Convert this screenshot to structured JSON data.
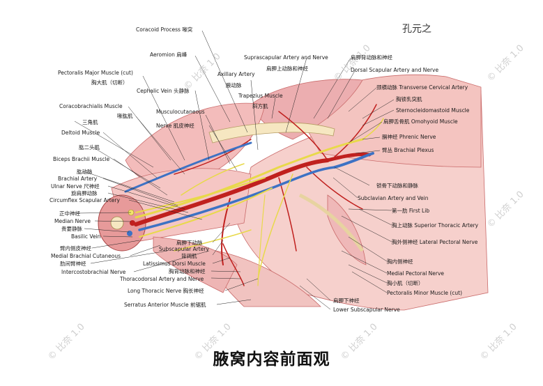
{
  "title": "腋窝内容前面观",
  "signature": "孔元之",
  "watermark": "© 比奈 1.0",
  "labels": {
    "coracoid": "Coracoid Process 喙突",
    "acromion": "Aeromion 肩峰",
    "pect_major": "Pectoralis Major Muscle (cut)",
    "pect_major_cn": "胸大肌（切断）",
    "cephalic": "Cephalic Vein 头静脉",
    "axillary_artery": "Axillary Artery",
    "axillary_artery_cn": "腋动脉",
    "suprascap": "Suprascapular Artery and Nerve",
    "suprascap_cn": "肩胛上动脉和神经",
    "dorsal_scap_cn": "肩胛背动脉和神经",
    "dorsal_scap": "Dorsal Scapular Artery and Nerve",
    "trapezius": "Trapezius Muscle",
    "trapezius_cn": "斜方肌",
    "transverse_cervical": "颈横动脉 Transverse Cervical Artery",
    "scm_cn": "胸锁乳突肌",
    "scm": "Sternocleidomastoid Muscle",
    "omohyoid": "肩胛舌骨肌 Omohyoid Muscle",
    "phrenic": "膈神经 Phrenic Nerve",
    "brachial_plexus": "臂丛 Brachial Plexus",
    "coracobrachialis": "Coracobrachialis Muscle",
    "coracobrachialis_cn": "喙肱肌",
    "musculocutaneous": "Musculocutaneous",
    "musculocutaneous_cn": "Nerve 肌皮神经",
    "deltoid_cn": "三角肌",
    "deltoid": "Deltoid Muscle",
    "biceps_cn": "肱二头肌",
    "biceps": "Biceps Brachii Muscle",
    "brachial_artery_cn": "肱动脉",
    "brachial_artery": "Brachial Artery",
    "ulnar_nerve": "Ulnar Nerve 尺神经",
    "circumflex_cn": "旋肩胛动脉",
    "circumflex": "Circumflex Scapular Artery",
    "median_cn": "正中神经",
    "median": "Median Nerve",
    "basilic_cn": "贵要静脉",
    "basilic": "Basilic Vein",
    "medial_brachial_cn": "臂内侧皮神经",
    "medial_brachial": "Medial Brachial Cutaneous",
    "intercosto_cn": "肋间臂神经",
    "intercosto": "Intercostobrachial Nerve",
    "subclavian_av_cn": "锁骨下动脉和静脉",
    "subclavian_av": "Subclavian Artery and Vein",
    "first_rib": "第一肋 First Lib",
    "superior_thoracic": "胸上动脉 Superior Thoracic Artery",
    "lateral_pectoral": "胸外侧神经 Lateral Pectoral Nerve",
    "subscap_cn": "肩胛下动脉",
    "subscap": "Subscapular Artery",
    "latissimus_cn": "背阔肌",
    "latissimus": "Latissimus Dorsi Muscle",
    "thoracodorsal_cn": "胸背动脉和神经",
    "thoracodorsal": "Thoracodorsal Artery and Nerve",
    "medial_pectoral_cn": "胸内侧神经",
    "medial_pectoral": "Medial Pectoral Nerve",
    "pect_minor_cn": "胸小肌（切断）",
    "pect_minor": "Pectoralis Minor Muscle (cut)",
    "long_thoracic": "Long Thoracic Nerve 胸长神经",
    "serratus": "Serratus Anterior Muscle 前锯肌",
    "lower_subscap_cn": "肩胛下神经",
    "lower_subscap": "Lower Subscapular Nerve"
  },
  "colors": {
    "artery": "#c0201e",
    "vein": "#3d72c4",
    "nerve": "#e8d94a",
    "muscle": "#f2b6b6",
    "muscle_line": "#c96a6a",
    "bone": "#f6e7c1"
  }
}
